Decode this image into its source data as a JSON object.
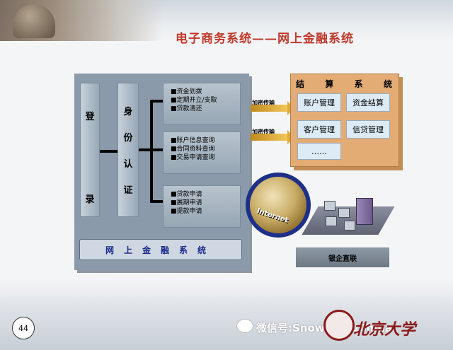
{
  "title": "电子商务系统——网上金融系统",
  "left_panel": {
    "login_chars": [
      "登",
      "录"
    ],
    "auth_chars": [
      "身",
      "份",
      "认",
      "证"
    ],
    "function_groups": [
      [
        "■资金划拨",
        "■定期开立/支取",
        "■贷款清还"
      ],
      [
        "■账户信息查询",
        "■合同资料查询",
        "■交易申请查询"
      ],
      [
        "■贷款申请",
        "■展期申请",
        "■提款申请"
      ]
    ],
    "bottom_label": "网上金融系统"
  },
  "encrypt_labels": [
    "加密传输",
    "加密传输"
  ],
  "settlement": {
    "title_chars": [
      "结",
      "算",
      "系",
      "统"
    ],
    "buttons": [
      "账户管理",
      "资金结算",
      "客户管理",
      "信贷管理",
      "……"
    ]
  },
  "internet_label": "Internet",
  "bank_link_label": "银企直联",
  "footer": {
    "page_number": "44",
    "wechat_text": "微信号:SnowCloudChina",
    "university": "北京大学"
  },
  "colors": {
    "title": "#c0392b",
    "settlement_bg": "#e3ac75",
    "panel_bg": "#8b9aab",
    "label_text": "#1a2a8a"
  }
}
